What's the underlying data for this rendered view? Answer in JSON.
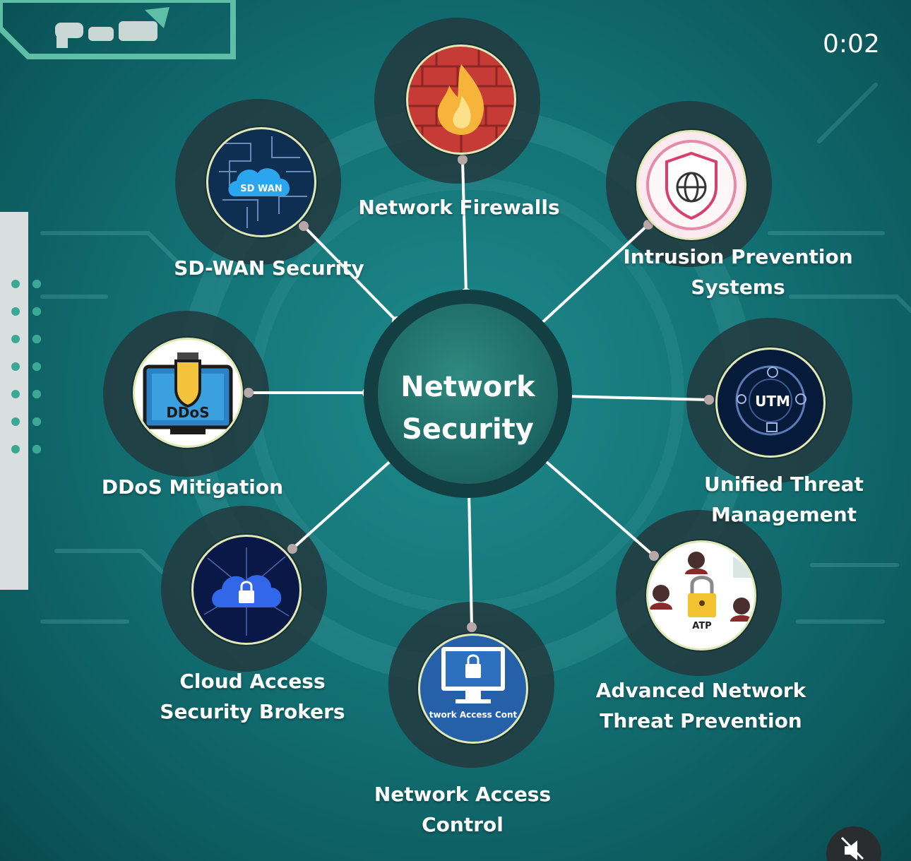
{
  "timer": "0:02",
  "colors": {
    "bg": "#137275",
    "node_bg": "#23373c",
    "ring": "#dfe9b6",
    "link": "#ffffff"
  },
  "center": {
    "title": "Network Security"
  },
  "nodes": [
    {
      "id": "firewalls",
      "label": "Network Firewalls",
      "icon": "firewall-icon"
    },
    {
      "id": "sdwan",
      "label": "SD-WAN Security",
      "icon": "sd-wan-cloud-icon",
      "icon_text": "SD WAN"
    },
    {
      "id": "ips",
      "label": "Intrusion Prevention\nSystems",
      "icon": "shield-globe-icon"
    },
    {
      "id": "ddos",
      "label": "DDoS Mitigation",
      "icon": "ddos-monitor-icon",
      "icon_text": "DDoS"
    },
    {
      "id": "utm",
      "label": "Unified Threat\nManagement",
      "icon": "utm-icon",
      "icon_text": "UTM"
    },
    {
      "id": "casb",
      "label": "Cloud Access\nSecurity Brokers",
      "icon": "cloud-lock-icon"
    },
    {
      "id": "atp",
      "label": "Advanced Network\nThreat Prevention",
      "icon": "atp-padlock-icon",
      "icon_text": "ATP"
    },
    {
      "id": "nac",
      "label": "Network Access\nControl",
      "icon": "nac-monitor-icon",
      "icon_text": "twork Access Cont"
    }
  ]
}
